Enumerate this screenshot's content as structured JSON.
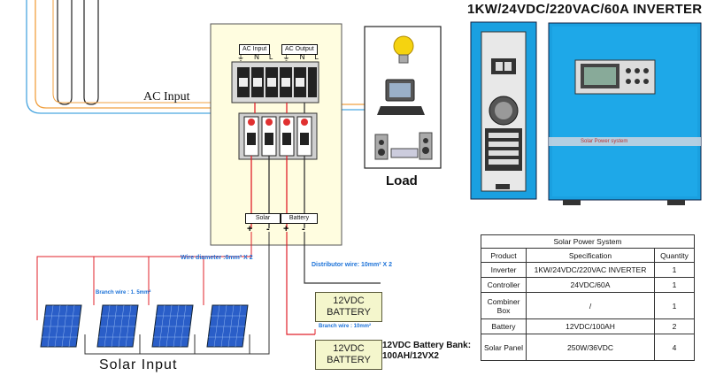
{
  "title": "1KW/24VDC/220VAC/60A  INVERTER",
  "ac_input_label": "AC Input",
  "load_label": "Load",
  "combiner": {
    "ac_input_tag": "AC Input",
    "ac_output_tag": "AC Output",
    "terminal_symbols": [
      "⏚",
      "N",
      "L",
      "⏚",
      "N",
      "L"
    ],
    "solar_tag": "Solar",
    "battery_tag": "Battery",
    "polarity": [
      "+",
      "-",
      "+",
      "-"
    ]
  },
  "wire_diameter": "Wire diameter :6mm² X 2",
  "branch_wire_solar": "Branch wire : 1. 5mm²",
  "distributor_wire": "Distributor wire: 10mm² X 2",
  "branch_wire_battery": "Branch wire : 10mm²",
  "battery_label_line1": "12VDC",
  "battery_label_line2": "BATTERY",
  "battery_bank_label_line1": "12VDC Battery Bank:",
  "battery_bank_label_line2": "100AH/12VX2",
  "solar_input_label": "Solar   Input",
  "inverter_panel_text": "Solar Power system",
  "spec_table": {
    "caption": "Solar Power System",
    "headers": [
      "Product",
      "Specification",
      "Quantity"
    ],
    "rows": [
      [
        "Inverter",
        "1KW/24VDC/220VAC INVERTER",
        "1"
      ],
      [
        "Controller",
        "24VDC/60A",
        "1"
      ],
      [
        "Combiner Box",
        "/",
        "1"
      ],
      [
        "Battery",
        "12VDC/100AH",
        "2"
      ],
      [
        "Solar Panel",
        "250W/36VDC",
        "4"
      ]
    ]
  },
  "colors": {
    "ac_orange": "#f0a040",
    "ac_blue": "#4aa6e0",
    "positive_red": "#e0202a",
    "inverter_blue": "#1aa0e0"
  }
}
